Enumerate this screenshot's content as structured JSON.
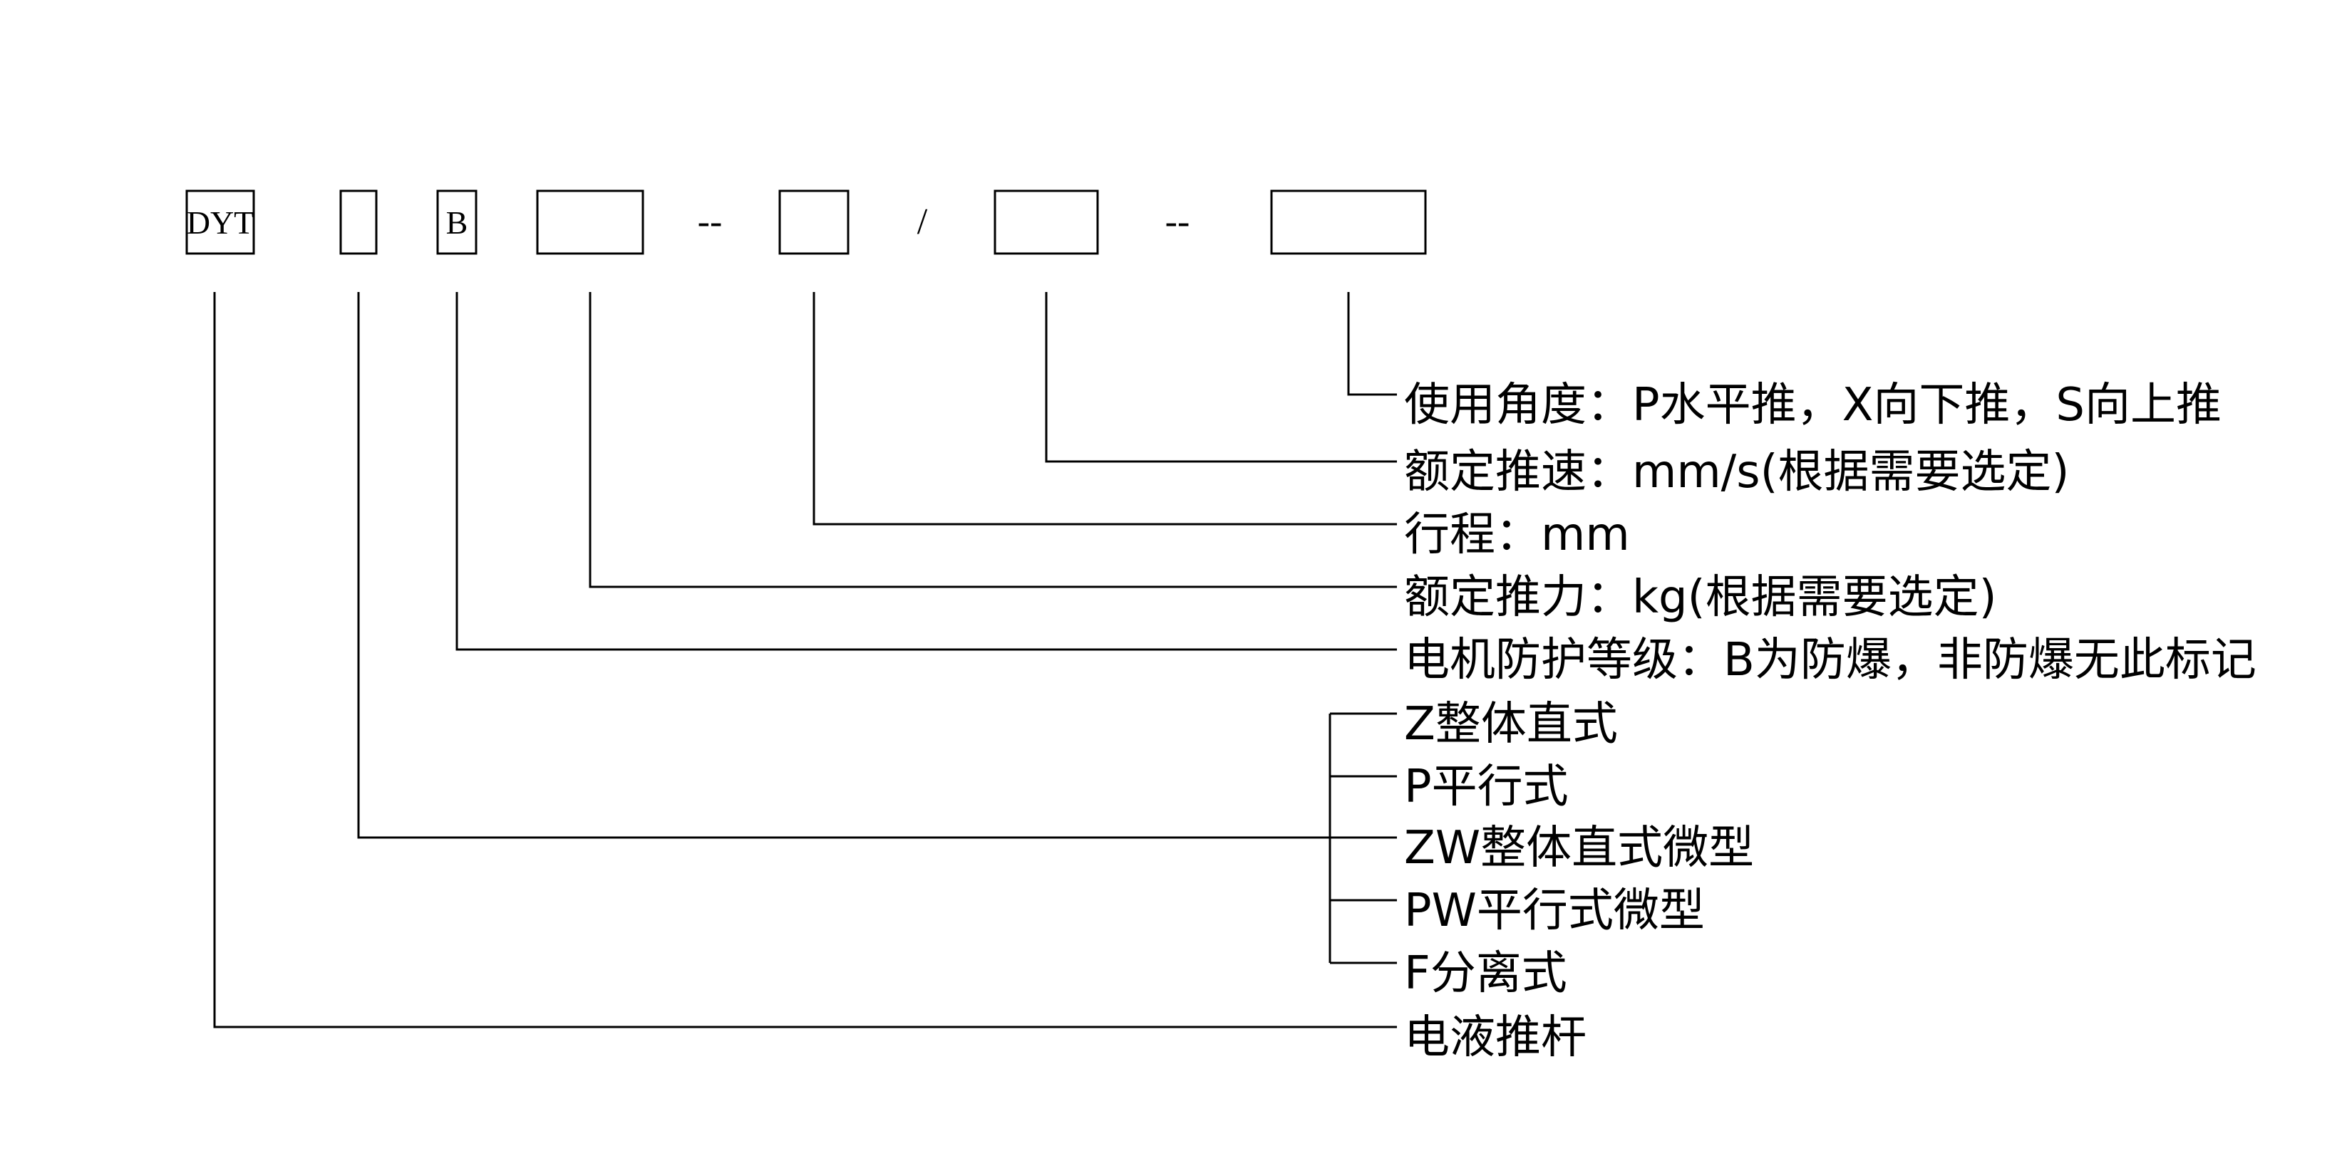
{
  "model_code": {
    "prefix": "DYT",
    "protection": "B",
    "separators": [
      "--",
      "/",
      "--"
    ]
  },
  "labels": {
    "angle": "使用角度：P水平推，X向下推，S向上推",
    "speed": "额定推速：mm/s(根据需要选定)",
    "stroke": "行程：mm",
    "thrust": "额定推力：kg(根据需要选定)",
    "protection": "电机防护等级：B为防爆，非防爆无此标记",
    "type_options": [
      "Z整体直式",
      "P平行式",
      "ZW整体直式微型",
      "PW平行式微型",
      "F分离式"
    ],
    "product": "电液推杆"
  }
}
